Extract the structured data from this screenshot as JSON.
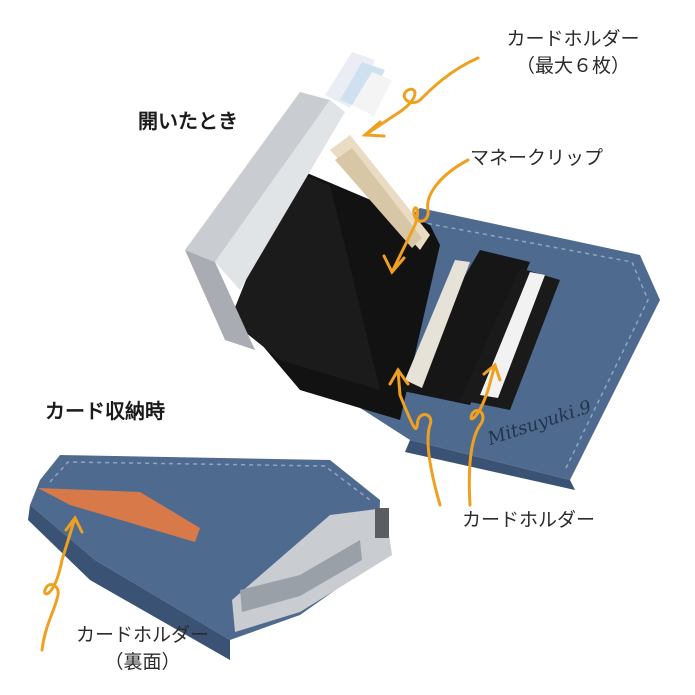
{
  "labels": {
    "open_state": "開いたとき",
    "card_holder_top": "カードホルダー",
    "card_holder_top_note": "（最大６枚）",
    "money_clip": "マネークリップ",
    "card_holder_right": "カードホルダー",
    "closed_state": "カード収納時",
    "card_holder_back": "カードホルダー",
    "card_holder_back_note": "（裏面）"
  },
  "brand": "Mitsuyuki.9",
  "colors": {
    "leather": "#4e6b8f",
    "leather_dark": "#3a5273",
    "interior": "#121212",
    "aluminum": "#c9ccd0",
    "arrow": "#f0a020",
    "card_orange": "#d8794a",
    "banknote": "#e9dcc3"
  }
}
